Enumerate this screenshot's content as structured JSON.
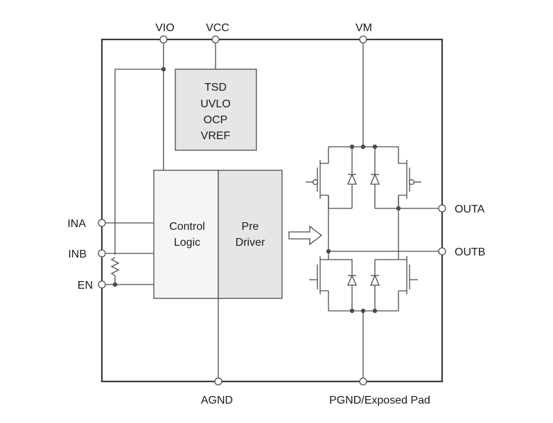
{
  "colors": {
    "line": "#4a4a4a",
    "box_fill_light": "#f5f5f5",
    "box_fill_dark": "#e6e6e6",
    "outline": "#3a3a3a",
    "text": "#1a1a1a"
  },
  "pins": {
    "vio": "VIO",
    "vcc": "VCC",
    "vm": "VM",
    "ina": "INA",
    "inb": "INB",
    "en": "EN",
    "outa": "OUTA",
    "outb": "OUTB",
    "agnd": "AGND",
    "pgnd": "PGND/Exposed Pad"
  },
  "protection_block": {
    "lines": [
      "TSD",
      "UVLO",
      "OCP",
      "VREF"
    ]
  },
  "control_logic": {
    "line1": "Control",
    "line2": "Logic"
  },
  "pre_driver": {
    "line1": "Pre",
    "line2": "Driver"
  },
  "icons": {
    "arrow": "hollow-right-arrow",
    "pullup": "resistor-symbol",
    "bridge": "h-bridge-mosfet-icon"
  }
}
